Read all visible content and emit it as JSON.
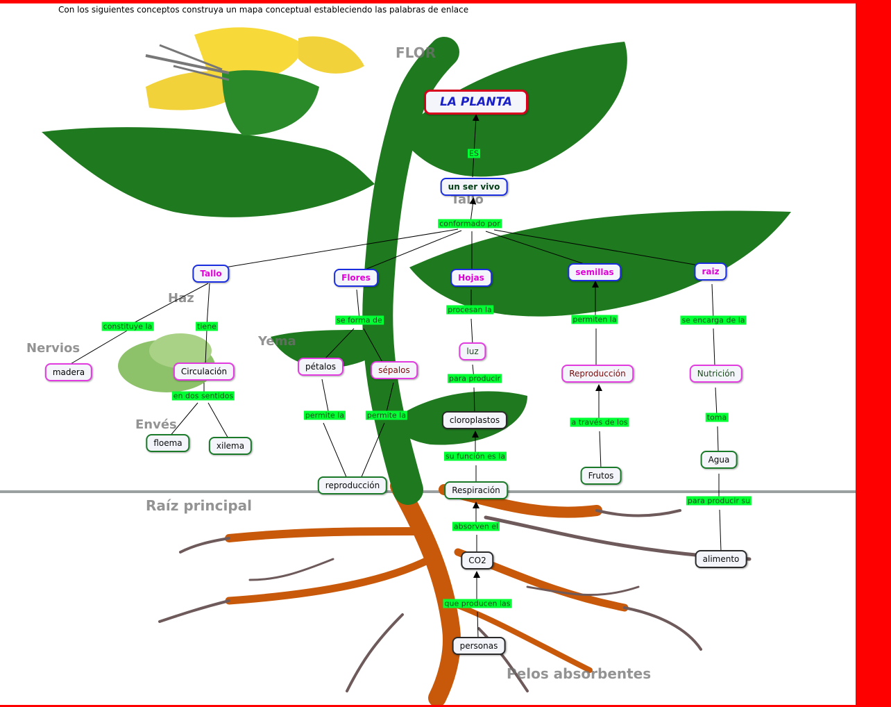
{
  "instructions": "Con los siguientes conceptos construya un mapa conceptual estableciendo las palabras de enlace",
  "colors": {
    "frame": "#ff0000",
    "link_label_bg": "#00ff33",
    "leaf": "#1f7a1f",
    "root": "#c8590a"
  },
  "background_labels": [
    "FLOR",
    "Tallo",
    "Haz",
    "Nervios",
    "Yema",
    "Envés",
    "Raíz principal",
    "Pelos absorbentes"
  ],
  "nodes": {
    "planta": "LA PLANTA",
    "ser_vivo": "un ser vivo",
    "tallo": "Tallo",
    "flores": "Flores",
    "hojas": "Hojas",
    "semillas": "semillas",
    "raiz": "raiz",
    "madera": "madera",
    "circulacion": "Circulación",
    "floema": "floema",
    "xilema": "xilema",
    "petalos": "pétalos",
    "sepalos": "sépalos",
    "reproduccion": "reproducción",
    "luz": "luz",
    "cloroplastos": "cloroplastos",
    "respiracion": "Respiración",
    "co2": "CO2",
    "personas": "personas",
    "reproduccion_sem": "Reproducción",
    "frutos": "Frutos",
    "nutricion": "Nutrición",
    "agua": "Agua",
    "alimento": "alimento"
  },
  "links": {
    "es": "ES",
    "conformado": "conformado por",
    "constituye": "constituye la",
    "tiene": "tiene",
    "dos_sentidos": "en dos sentidos",
    "se_forma": "se forma de",
    "permite1": "permite la",
    "permite2": "permite la",
    "procesan": "procesan la",
    "para_producir": "para producir",
    "su_funcion": "su función es la",
    "absorven": "absorven el",
    "que_producen": "que producen las",
    "permiten": "permiten la",
    "a_traves": "a través de los",
    "se_encarga": "se encarga de la",
    "toma": "toma",
    "para_producir_su": "para producir su"
  }
}
